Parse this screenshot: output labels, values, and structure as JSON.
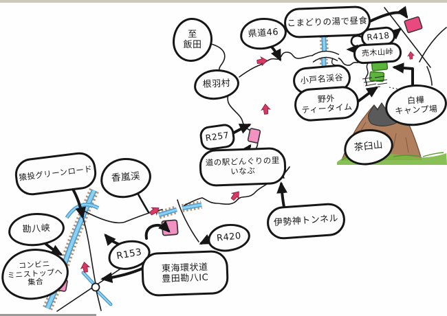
{
  "map": {
    "kind": "hand-drawn driving route map (Japanese)",
    "labels": {
      "to_iida": "至\n飯田",
      "kendo_46": "県道46",
      "komadori": "こまどりの湯で昼食",
      "r418": "R418",
      "urugi_pass": "売木山峠",
      "neba_mura": "根羽村",
      "odona_keikoku": "小戸名渓谷",
      "yagai_teatime": "野外\nティータイム",
      "shirakaba_camp": "白樺\nキャンプ場",
      "chausuyama": "茶臼山",
      "r257": "R257",
      "michinoeki": "道の駅どんぐりの里\nいなぶ",
      "isegami_tunnel": "伊勢神トンネル",
      "r420": "R420",
      "sanage_greenroad": "猿投グリーンロード",
      "korankei": "香嵐渓",
      "kanpachi_kyo": "勘八峡",
      "conbini_meetup": "コンビニ\nミニストップへ\n集合",
      "r153": "R153",
      "tokai_kanjo": "東海環状道\n豊田勘八IC"
    },
    "colors": {
      "ink": "#161616",
      "river_blue_light": "#8ed0f0",
      "river_blue_dark": "#4f9fd0",
      "river_bank_brown": "#b08968",
      "marker_pink": "#f292c2",
      "flag_crimson": "#e84a80",
      "arrow_red": "#d63a62",
      "field_green": "#5bb43c",
      "mountain_brown": "#b07f5e",
      "mountain_summit_gray": "#5a5a5a",
      "mountain_base_green": "#7cb944"
    }
  }
}
